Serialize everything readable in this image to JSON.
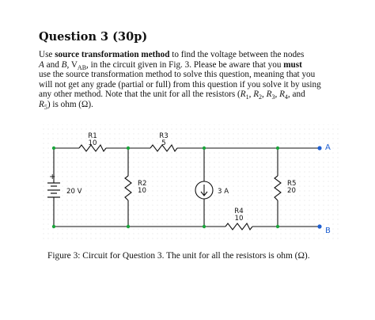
{
  "question": {
    "title": "Question 3 (30p)"
  },
  "body": {
    "l1": [
      "Use ",
      "source transformation method",
      " to find the voltage between the nodes"
    ],
    "l2": [
      "A",
      " and ",
      "B",
      ", V",
      "AB",
      ", in the circuit given in Fig. 3. Please be aware that you ",
      "must"
    ],
    "l3": "use the source transformation method to solve this question, meaning that you",
    "l4": "will not get any grade (partial or full) from this question if you solve it by using",
    "l5": [
      "any other method. Note that the unit for all the resistors (",
      "R",
      "1",
      ", ",
      "R",
      "2",
      ", ",
      "R",
      "3",
      ", ",
      "R",
      "4",
      ", and"
    ],
    "l6": [
      "R",
      "5",
      ") is ohm (Ω)."
    ]
  },
  "circuit": {
    "r1": {
      "name": "R1",
      "value": "10"
    },
    "r2": {
      "name": "R2",
      "value": "10"
    },
    "r3": {
      "name": "R3",
      "value": "5"
    },
    "r4": {
      "name": "R4",
      "value": "10"
    },
    "r5": {
      "name": "R5",
      "value": "20"
    },
    "voltage_source": {
      "value": "20 V",
      "plus": "+"
    },
    "current_source": {
      "value": "3 A"
    },
    "node_a": "A",
    "node_b": "B",
    "colors": {
      "wire": "#111111",
      "node": "#1aa33a",
      "terminal": "#1f5fd1",
      "grid": "#d8d8d8"
    }
  },
  "caption": "Figure 3: Circuit for Question 3. The unit for all the resistors is ohm (Ω)."
}
